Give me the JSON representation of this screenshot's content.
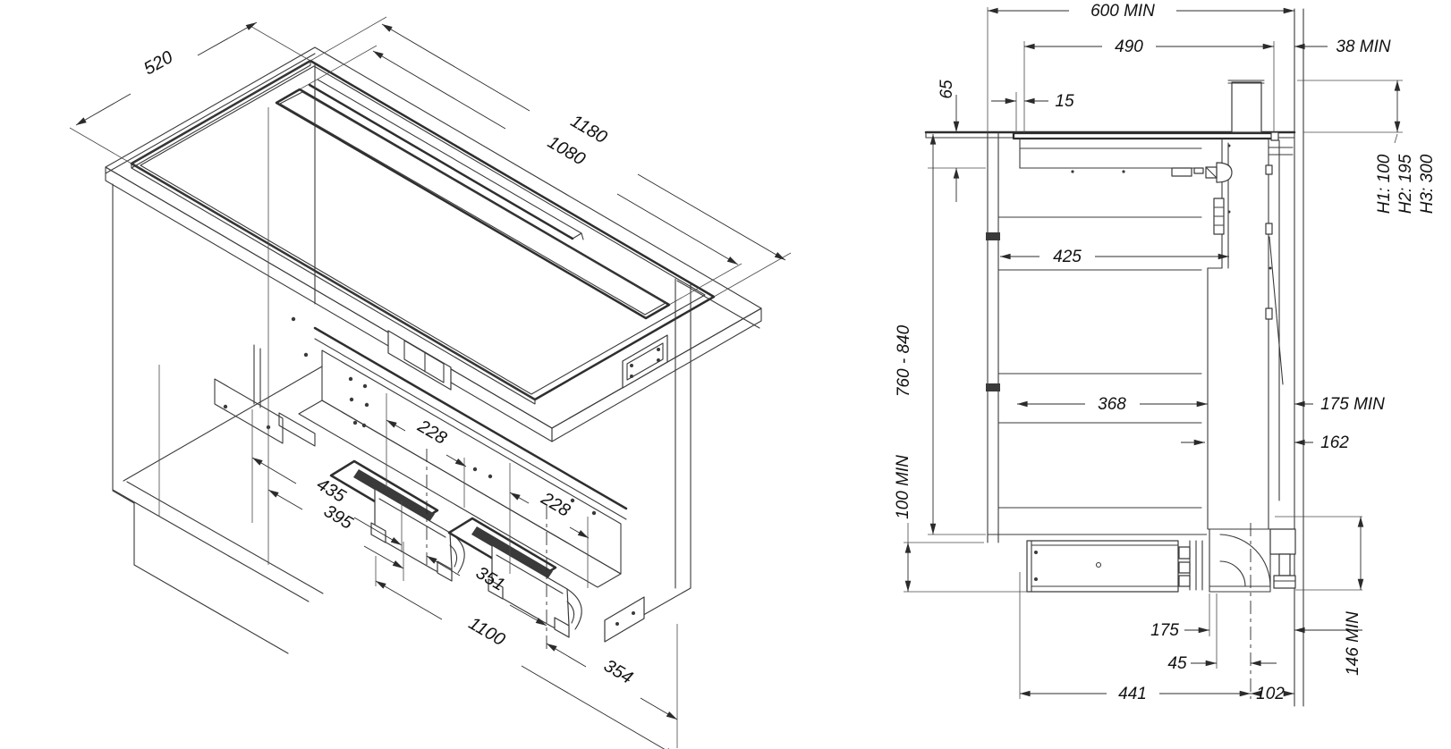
{
  "page": {
    "background": "#ffffff",
    "line_color": "#3a3a3a",
    "text_color": "#111111"
  },
  "iso_view": {
    "dims": {
      "hob_depth": "520",
      "hob_width": "1180",
      "vent_slot_width": "1080",
      "duct_cutout_1": "228",
      "duct_cutout_2": "228",
      "side_to_cutout_far": "435",
      "side_to_cutout_near": "395",
      "cutout_center_spacing": "351",
      "interior_width": "1100",
      "cutout_center_to_side": "354"
    }
  },
  "section_view": {
    "dims": {
      "worktop_depth_min": "600 MIN",
      "cutout_depth": "490",
      "rear_clearance_min": "38 MIN",
      "hob_recess_depth": "65",
      "front_offset": "15",
      "chimney_h1": "H1: 100",
      "chimney_h2": "H2: 195",
      "chimney_h3": "H3: 300",
      "worktop_height_range": "760 - 840",
      "clear_depth_upper": "425",
      "clear_depth_lower": "368",
      "rear_zone_min": "175 MIN",
      "duct_depth": "162",
      "plinth_height_min": "100 MIN",
      "outlet_rear_offset": "175",
      "outlet_center_offset": "45",
      "plinth_run_length": "441",
      "outlet_to_wall": "102",
      "floor_clearance_min": "146 MIN"
    }
  }
}
